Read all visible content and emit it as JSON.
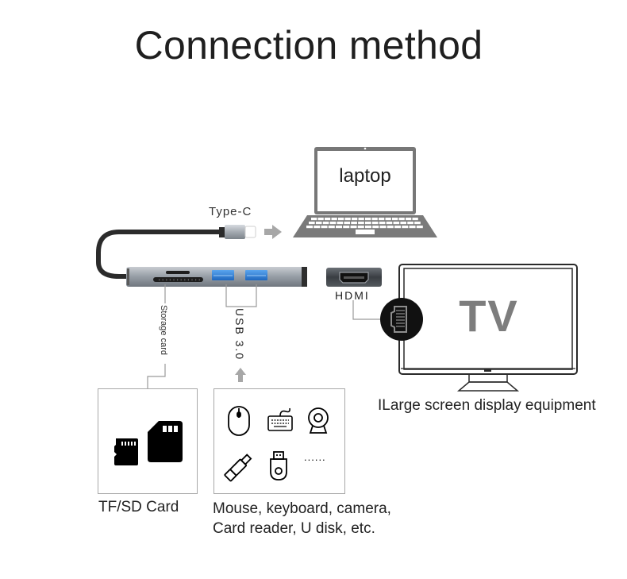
{
  "title": "Connection method",
  "hub": {
    "cable_label": "Type-C",
    "ports": [
      "SD card slot",
      "TF card slot",
      "USB 3.0",
      "USB 3.0",
      "HDMI"
    ]
  },
  "laptop": {
    "label": "laptop"
  },
  "hdmi": {
    "label": "HDMI"
  },
  "tv": {
    "label": "TV",
    "caption": "ILarge screen display equipment"
  },
  "storage": {
    "connector_label": "Storage card",
    "caption": "TF/SD Card",
    "icons": [
      "micro-sd-card-icon",
      "sd-card-icon"
    ]
  },
  "usb": {
    "connector_label": "USB 3.0",
    "caption_line1": "Mouse, keyboard, camera,",
    "caption_line2": "Card reader, U disk, etc.",
    "icons": [
      "mouse-icon",
      "keyboard-icon",
      "webcam-icon",
      "usb-flash-drive-icon",
      "usb-dongle-icon",
      "ellipsis-icon"
    ],
    "more": "......"
  },
  "colors": {
    "hub_body": "#8f969e",
    "usb_blue": "#2f7fd4",
    "arrow_gray": "#a7a7a7",
    "device_gray": "#777777",
    "tv_text": "#7d7d7d"
  }
}
